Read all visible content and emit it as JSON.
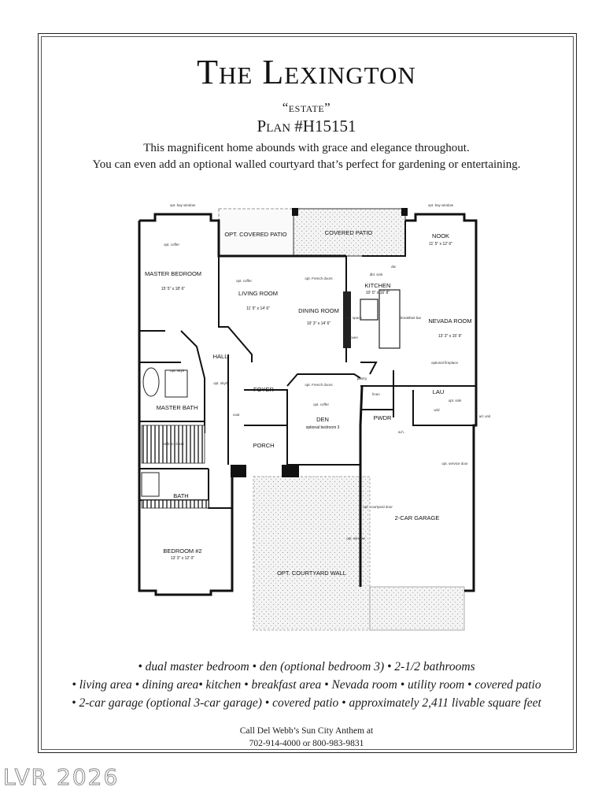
{
  "header": {
    "title": "The Lexington",
    "subtitle": "“estate”",
    "plan_number": "Plan #H15151"
  },
  "intro": {
    "line1": "This magnificent home abounds with grace and elegance throughout.",
    "line2": "You can even add an optional walled courtyard that’s perfect for gardening or entertaining."
  },
  "floorplan": {
    "rooms": {
      "master_bedroom": "MASTER BEDROOM",
      "master_bedroom_dim": "15' 5\" x 18' 6\"",
      "opt_covered_patio": "OPT. COVERED PATIO",
      "covered_patio": "COVERED PATIO",
      "nook": "NOOK",
      "nook_dim": "11' 5\" x 12' 6\"",
      "living_room": "LIVING ROOM",
      "living_room_dim": "11' 5\" x 14' 6\"",
      "kitchen": "KITCHEN",
      "kitchen_dim": "10' 0\" x 16' 8\"",
      "dining_room": "DINING ROOM",
      "dining_room_dim": "10' 3\" x 14' 6\"",
      "nevada_room": "NEVADA ROOM",
      "nevada_room_dim": "13' 3\" x 15' 9\"",
      "hall": "HALL",
      "foyer": "FOYER",
      "master_bath": "MASTER BATH",
      "den": "DEN",
      "den_note": "optional bedroom 3",
      "lau": "LAU",
      "pwdr": "PWDR",
      "porch": "PORCH",
      "bath": "BATH",
      "garage": "2-CAR GARAGE",
      "bedroom2": "BEDROOM #2",
      "bedroom2_dim": "13' 3\" x 12' 0\"",
      "courtyard_wall": "OPT. COURTYARD WALL"
    },
    "notes": {
      "opt_bay_window": "opt. bay window",
      "opt_coffer": "opt. coffer",
      "french_doors": "opt. French doors",
      "french_doors2": "opt. French doors",
      "breakfast_bar": "breakfast bar",
      "optional_fireplace": "optional fireplace",
      "opt_skylt": "opt. skylt",
      "walk_in_closet": "walk-in closet",
      "opt_service_door": "opt. service door",
      "opt_courtyard_door": "opt. courtyard door",
      "opt_window": "opt. window",
      "pantry": "pantry",
      "linen": "linen",
      "dw": "dw",
      "dbl_sink": "dbl. sink",
      "ref_space": "ref. space",
      "oven": "oven",
      "wh": "w.h.",
      "coat": "coat",
      "wd": "w/d",
      "opt_sink": "opt. sink",
      "ac_unit": "a/c unit"
    }
  },
  "features": {
    "line1": "• dual master bedroom • den (optional bedroom 3) • 2-1/2 bathrooms",
    "line2": "• living area • dining area• kitchen • breakfast area • Nevada room • utility room • covered patio",
    "line3": "• 2-car garage (optional 3-car garage) • covered patio • approximately 2,411 livable square feet"
  },
  "contact": {
    "line1": "Call Del Webb’s Sun City Anthem at",
    "line2": "702-914-4000 or 800-983-9831"
  },
  "watermark": "LVR 2026"
}
